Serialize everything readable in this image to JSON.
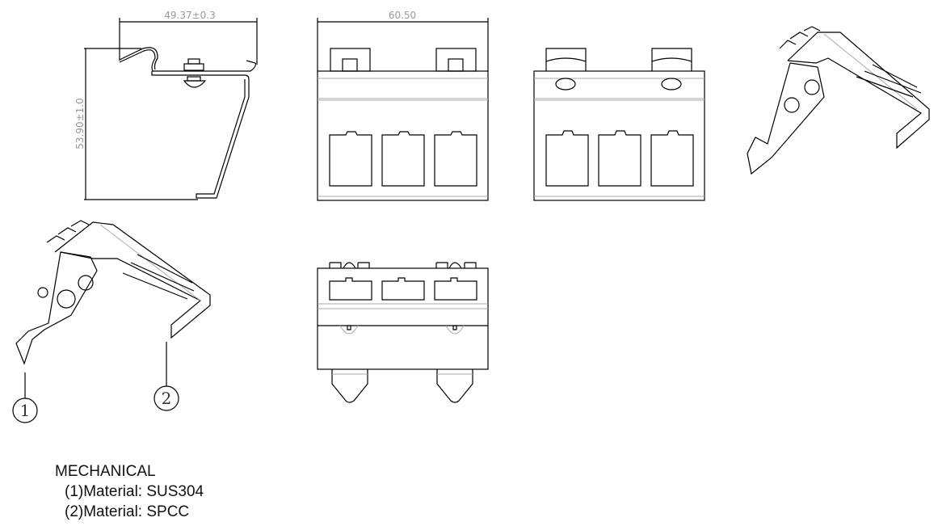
{
  "dimensions": {
    "side_width": "49.37±0.3",
    "side_height": "53.90±1.0",
    "front_width": "60.50"
  },
  "callouts": [
    "1",
    "2"
  ],
  "notes": {
    "title": "MECHANICAL",
    "items": [
      "(1)Material: SUS304",
      "(2)Material: SPCC"
    ]
  }
}
